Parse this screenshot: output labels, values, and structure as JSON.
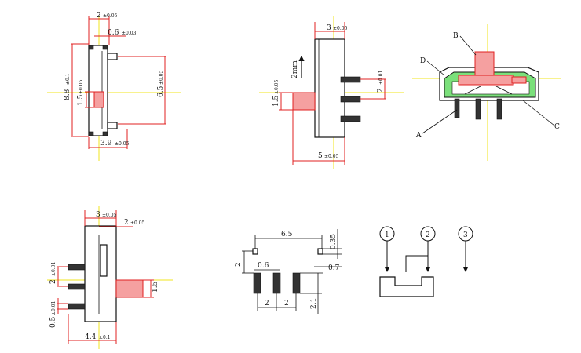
{
  "view1": {
    "dim_top": "2",
    "dim_top_tol": "±0.05",
    "dim_tab": "0.6",
    "dim_tab_tol": "±0.03",
    "dim_height": "8.8",
    "dim_height_tol": "±0.1",
    "dim_inner_height": "6.5",
    "dim_inner_height_tol": "±0.05",
    "dim_actuator": "1.5",
    "dim_actuator_tol": "±0.05",
    "dim_bottom": "3.9",
    "dim_bottom_tol": "±0.05"
  },
  "view2": {
    "dim_top": "3",
    "dim_top_tol": "±0.05",
    "travel": "2mm",
    "dim_pin_pitch": "2",
    "dim_pin_pitch_tol": "±0.01",
    "dim_actuator": "1.5",
    "dim_actuator_tol": "±0.05",
    "dim_bottom": "5",
    "dim_bottom_tol": "±0.05"
  },
  "view3": {
    "label_a": "A",
    "label_b": "B",
    "label_c": "C",
    "label_d": "D"
  },
  "view4": {
    "dim_top": "3",
    "dim_top_tol": "±0.05",
    "dim_right": "2",
    "dim_right_tol": "±0.05",
    "dim_pin_pitch": "2",
    "dim_pin_pitch_tol": "±0.01",
    "dim_actuator": "1.5",
    "dim_pin_width": "0.5",
    "dim_pin_width_tol": "±0.01",
    "dim_bottom": "4.4",
    "dim_bottom_tol": "±0.1"
  },
  "view5": {
    "dim_span": "6.5",
    "dim_tab_h": "0.35",
    "dim_side": "2",
    "dim_pad_w": "0.6",
    "dim_pad_offset": "0.7",
    "dim_pitch_1": "2",
    "dim_pitch_2": "2",
    "dim_pad_len": "2.1"
  },
  "view6": {
    "pin_1": "1",
    "pin_2": "2",
    "pin_3": "3"
  }
}
